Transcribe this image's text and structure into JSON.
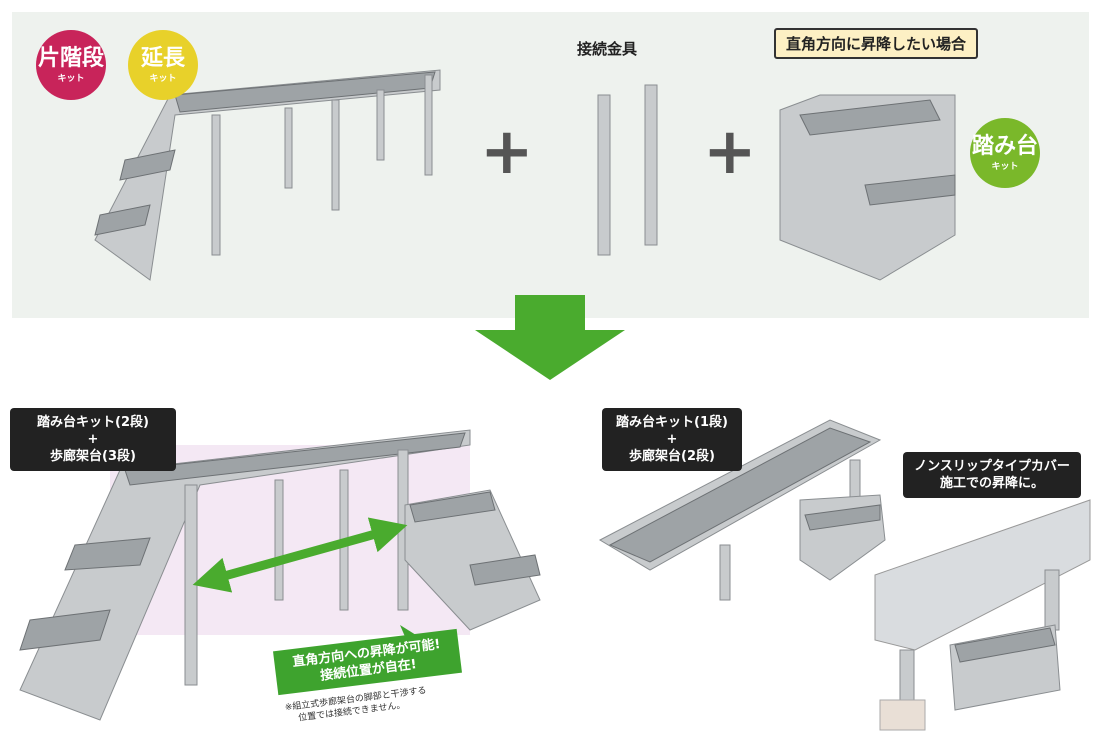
{
  "top": {
    "badges": [
      {
        "main": "片階段",
        "sub": "キット",
        "color": "#c8245a"
      },
      {
        "main": "延長",
        "sub": "キット",
        "color": "#e8d12a"
      },
      {
        "main": "踏み台",
        "sub": "キット",
        "color": "#7ab82a"
      }
    ],
    "connector_label": "接続金具",
    "right_angle_note": "直角方向に昇降したい場合",
    "plus": "+"
  },
  "bottom_left": {
    "label_lines": [
      "踏み台キット(2段)",
      "+",
      "歩廊架台(3段)"
    ],
    "callout_lines": [
      "直角方向への昇降が可能!",
      "接続位置が自在!"
    ],
    "caution_lines": [
      "※組立式歩廊架台の脚部と干渉する",
      "位置では接続できません。"
    ]
  },
  "bottom_right": {
    "label_lines": [
      "踏み台キット(1段)",
      "+",
      "歩廊架台(2段)"
    ],
    "cover_lines": [
      "ノンスリップタイプカバー",
      "施工での昇降に。"
    ]
  },
  "colors": {
    "arrow": "#4aab2e",
    "panel": "#eef2ee"
  }
}
